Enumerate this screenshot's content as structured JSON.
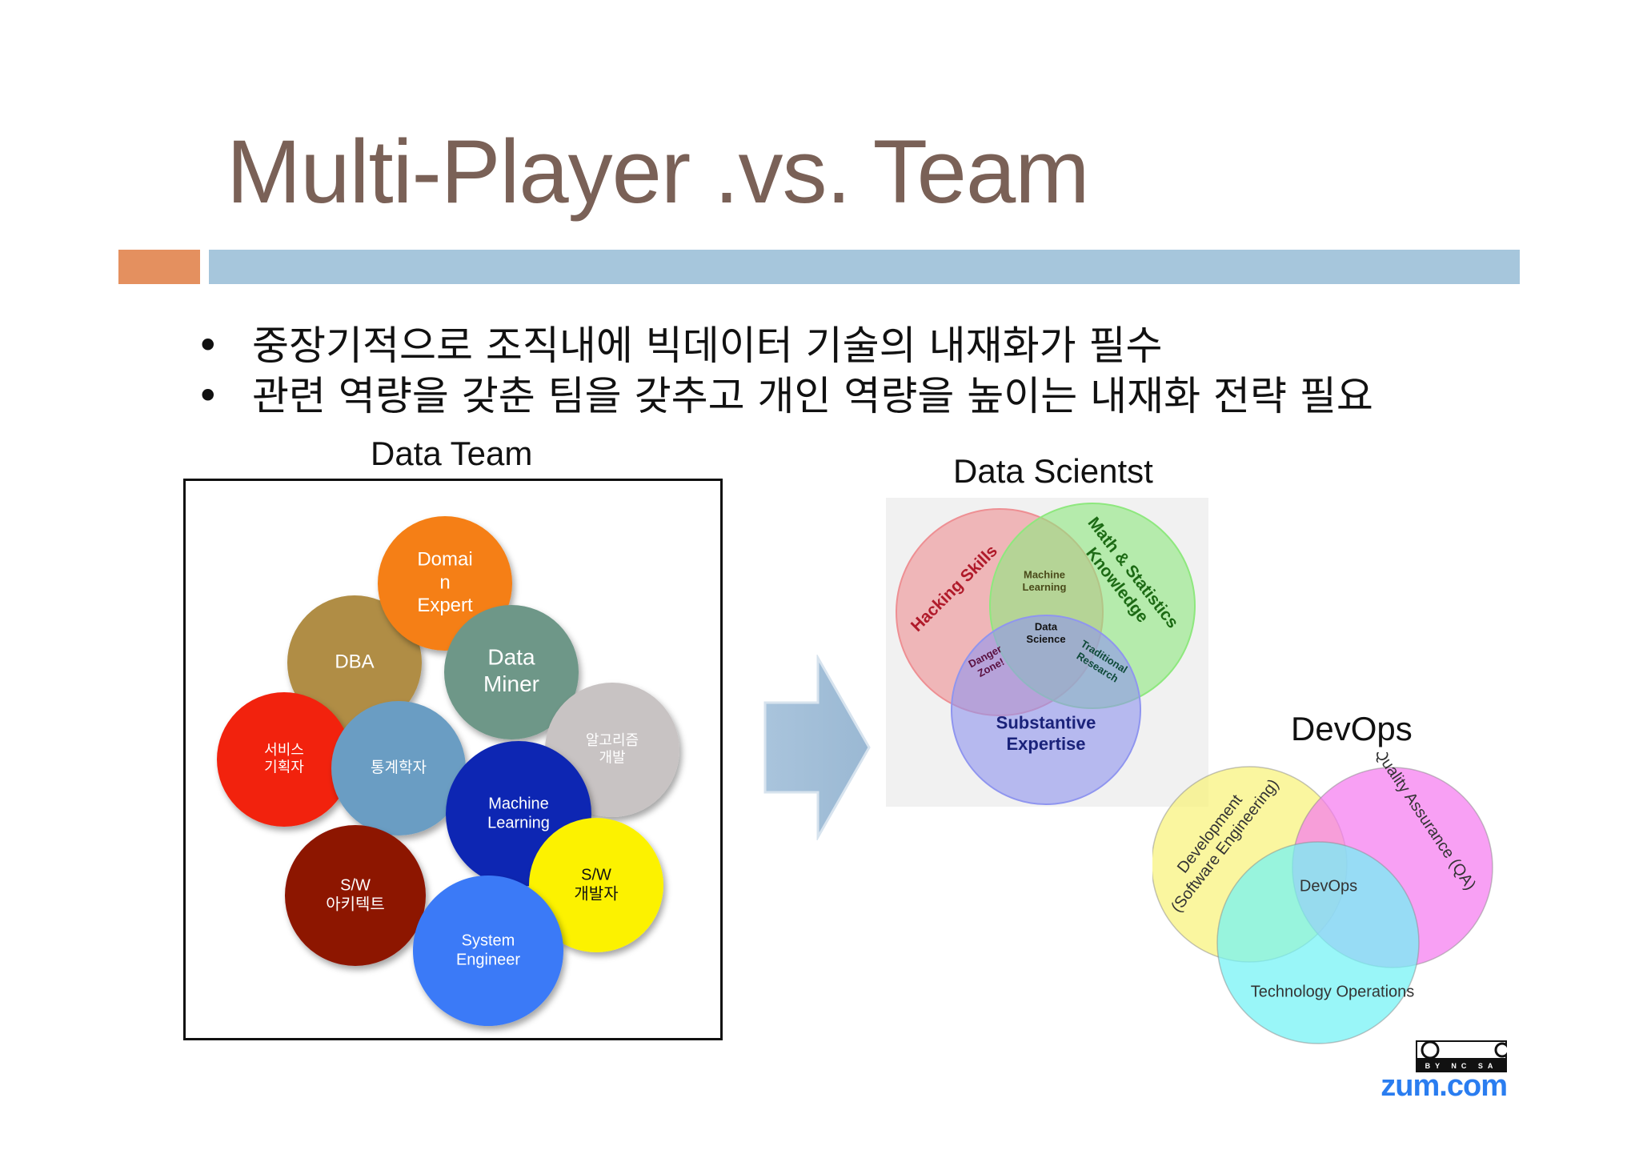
{
  "slide": {
    "title": "Multi-Player .vs. Team",
    "bullets": [
      "중장기적으로 조직내에 빅데이터 기술의 내재화가 필수",
      "관련 역량을 갖춘 팀을 갖추고 개인 역량을 높이는 내재화 전략 필요"
    ],
    "bullet_symbol": "•"
  },
  "data_team": {
    "heading": "Data Team",
    "roles": [
      {
        "lines": [
          "DBA"
        ],
        "color": "#b08d45"
      },
      {
        "lines": [
          "Domai",
          "n",
          "Expert"
        ],
        "color": "#f57f12"
      },
      {
        "lines": [
          "Data",
          "Miner"
        ],
        "color": "#6e9788"
      },
      {
        "lines": [
          "알고리즘",
          "개발"
        ],
        "color": "#c8c3c3"
      },
      {
        "lines": [
          "서비스",
          "기획자"
        ],
        "color": "#f2220e"
      },
      {
        "lines": [
          "통계학자"
        ],
        "color": "#6b9dc3"
      },
      {
        "lines": [
          "Machine",
          "Learning"
        ],
        "color": "#0d27b3"
      },
      {
        "lines": [
          "S/W",
          "개발자"
        ],
        "color": "#fcf200"
      },
      {
        "lines": [
          "S/W",
          "아키텍트"
        ],
        "color": "#8d1205"
      },
      {
        "lines": [
          "System",
          "Engineer"
        ],
        "color": "#3a7af7"
      }
    ]
  },
  "data_scientist": {
    "heading": "Data Scientst",
    "circles": [
      {
        "label": "Hacking Skills",
        "color": "#ee8f93"
      },
      {
        "label": "Math & Statistics Knowledge",
        "label_lines": [
          "Math & Statistics",
          "Knowledge"
        ],
        "color": "#8ee87e"
      },
      {
        "label": "Substantive Expertise",
        "label_lines": [
          "Substantive",
          "Expertise"
        ],
        "color": "#8f95ef"
      }
    ],
    "overlaps": {
      "machine_learning": [
        "Machine",
        "Learning"
      ],
      "data_science": [
        "Data",
        "Science"
      ],
      "danger_zone": [
        "Danger",
        "Zone!"
      ],
      "traditional_research": [
        "Traditional",
        "Research"
      ]
    }
  },
  "devops": {
    "heading": "DevOps",
    "circles": [
      {
        "label_lines": [
          "Development",
          "(Software Engineering)"
        ],
        "color": "#f8f27a"
      },
      {
        "label_lines": [
          "Quality Assurance (QA)"
        ],
        "color": "#f57bf0"
      },
      {
        "label_lines": [
          "Technology Operations"
        ],
        "color": "#72f3f5"
      }
    ],
    "center": "DevOps"
  },
  "logo": {
    "cc_text": "BY NC SA",
    "brand": "zum.com"
  }
}
